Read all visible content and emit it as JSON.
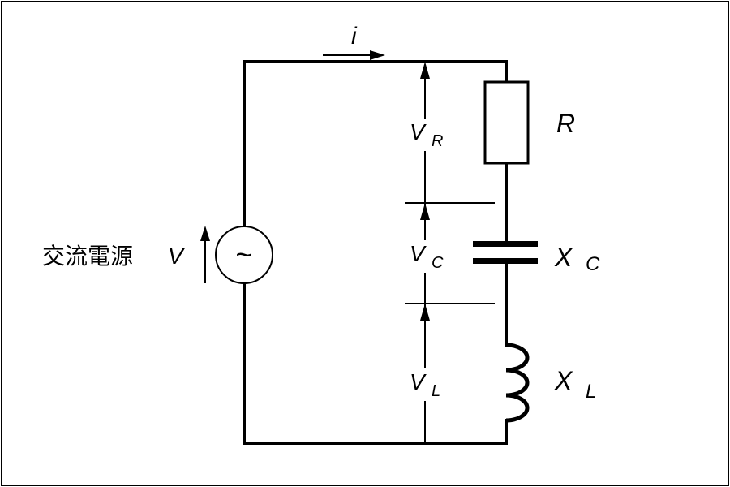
{
  "source": {
    "label": "交流電源",
    "voltage_symbol": "V",
    "symbol_glyph": "~"
  },
  "current": {
    "symbol": "i"
  },
  "components": {
    "resistor": {
      "label": "R"
    },
    "capacitor": {
      "label_main": "X",
      "label_sub": "C"
    },
    "inductor": {
      "label_main": "X",
      "label_sub": "L"
    }
  },
  "voltages": {
    "v_r": {
      "main": "V",
      "sub": "R"
    },
    "v_c": {
      "main": "V",
      "sub": "C"
    },
    "v_l": {
      "main": "V",
      "sub": "L"
    }
  }
}
